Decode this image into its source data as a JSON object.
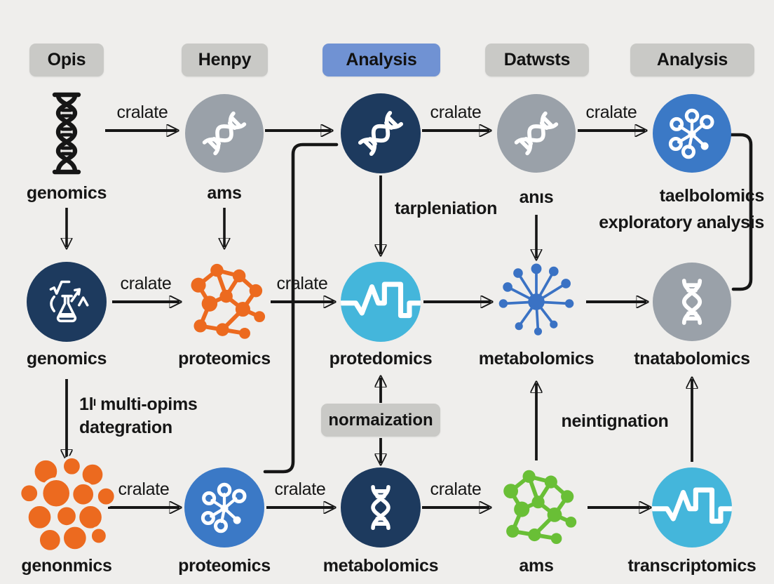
{
  "diagram_title": "multi-omics analysis pipeline (garbled AI-generated labels)",
  "headers": {
    "items": [
      {
        "label": "Opis",
        "variant": "gray"
      },
      {
        "label": "Henpy",
        "variant": "gray"
      },
      {
        "label": "Analysis",
        "variant": "blue"
      },
      {
        "label": "Datwsts",
        "variant": "gray"
      },
      {
        "label": "Analysis",
        "variant": "gray"
      }
    ]
  },
  "nodes": [
    {
      "label": "genomics",
      "icon": "dna-helix-black",
      "row": 1,
      "col": 1
    },
    {
      "label": "ams",
      "icon": "dna-helix-white-on-gray",
      "row": 1,
      "col": 2
    },
    {
      "label": "",
      "icon": "dna-helix-white-on-navy",
      "row": 1,
      "col": 3
    },
    {
      "label": "anıs",
      "icon": "dna-helix-white-on-gray",
      "row": 1,
      "col": 4
    },
    {
      "label": "taelbolomics",
      "sublabel": "exploratory analysis",
      "icon": "molecule-hub-white-on-blue",
      "row": 1,
      "col": 5
    },
    {
      "label": "genomics",
      "icon": "flask-math-white-on-navy",
      "row": 2,
      "col": 1
    },
    {
      "label": "proteomics",
      "icon": "network-orange",
      "row": 2,
      "col": 2
    },
    {
      "label": "protedomics",
      "icon": "waveform-white-on-cyan",
      "row": 2,
      "col": 3
    },
    {
      "label": "metabolomics",
      "icon": "dandelion-network-blue",
      "row": 2,
      "col": 4
    },
    {
      "label": "tnatabolomics",
      "icon": "dna-helix-white-on-gray",
      "row": 2,
      "col": 5
    },
    {
      "label": "genonmics",
      "icon": "blob-cluster-orange",
      "row": 3,
      "col": 1
    },
    {
      "label": "proteomics",
      "icon": "molecule-hub-white-on-blue",
      "row": 3,
      "col": 2
    },
    {
      "label": "metabolomics",
      "icon": "dna-helix-white-on-navy",
      "row": 3,
      "col": 3
    },
    {
      "label": "ams",
      "icon": "network-green",
      "row": 3,
      "col": 4
    },
    {
      "label": "transcriptomics",
      "icon": "waveform-white-on-cyan",
      "row": 3,
      "col": 5
    }
  ],
  "edges": {
    "cralate_labels": [
      "cralate",
      "cralate",
      "cralate",
      "cralate",
      "cralate",
      "cralate",
      "cralate",
      "cralate"
    ]
  },
  "annotations": {
    "transplantation": "tarpleniation",
    "integration_line1": "1lᶦ multi-opims",
    "integration_line2": "dategration",
    "normalization": "normaization",
    "reintegration": "neintignation"
  },
  "colors": {
    "background": "#efeeec",
    "navy": "#1d3a5e",
    "blue": "#3b79c6",
    "cyan": "#44b6db",
    "gray_circle": "#9aa1a9",
    "orange": "#ec6a1f",
    "green": "#69bf36",
    "dandelion_blue": "#3a72c4",
    "badge_gray": "#c9c9c6",
    "badge_blue": "#7092d3",
    "ink": "#161616"
  }
}
